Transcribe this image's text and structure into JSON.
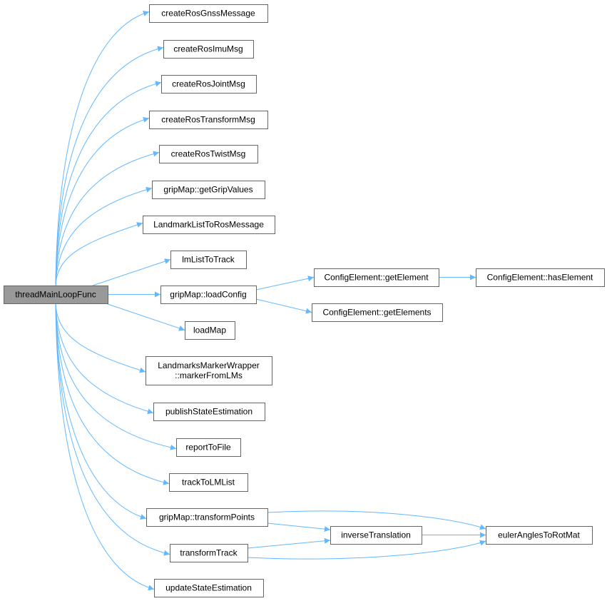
{
  "graph": {
    "title": "threadMainLoopFunc call graph",
    "colors": {
      "edge": "#63b8ff",
      "root_fill": "#999999",
      "node_border": "#666666"
    },
    "nodes": [
      {
        "id": "main",
        "label": [
          "threadMainLoopFunc"
        ],
        "root": true
      },
      {
        "id": "gnss",
        "label": [
          "createRosGnssMessage"
        ]
      },
      {
        "id": "imu",
        "label": [
          "createRosImuMsg"
        ]
      },
      {
        "id": "joint",
        "label": [
          "createRosJointMsg"
        ]
      },
      {
        "id": "transform",
        "label": [
          "createRosTransformMsg"
        ]
      },
      {
        "id": "twist",
        "label": [
          "createRosTwistMsg"
        ]
      },
      {
        "id": "grip",
        "label": [
          "gripMap::getGripValues"
        ]
      },
      {
        "id": "lmros",
        "label": [
          "LandmarkListToRosMessage"
        ]
      },
      {
        "id": "lmtrack",
        "label": [
          "lmListToTrack"
        ]
      },
      {
        "id": "loadcfg",
        "label": [
          "gripMap::loadConfig"
        ]
      },
      {
        "id": "loadmap",
        "label": [
          "loadMap"
        ]
      },
      {
        "id": "marker",
        "label": [
          "LandmarksMarkerWrapper",
          "::markerFromLMs"
        ]
      },
      {
        "id": "publish",
        "label": [
          "publishStateEstimation"
        ]
      },
      {
        "id": "report",
        "label": [
          "reportToFile"
        ]
      },
      {
        "id": "tracklm",
        "label": [
          "trackToLMList"
        ]
      },
      {
        "id": "tpoints",
        "label": [
          "gripMap::transformPoints"
        ]
      },
      {
        "id": "ttrack",
        "label": [
          "transformTrack"
        ]
      },
      {
        "id": "update",
        "label": [
          "updateStateEstimation"
        ]
      },
      {
        "id": "getel",
        "label": [
          "ConfigElement::getElement"
        ]
      },
      {
        "id": "getels",
        "label": [
          "ConfigElement::getElements"
        ]
      },
      {
        "id": "hasel",
        "label": [
          "ConfigElement::hasElement"
        ]
      },
      {
        "id": "invtr",
        "label": [
          "inverseTranslation"
        ]
      },
      {
        "id": "euler",
        "label": [
          "eulerAnglesToRotMat"
        ]
      }
    ],
    "edges": [
      [
        "main",
        "gnss"
      ],
      [
        "main",
        "imu"
      ],
      [
        "main",
        "joint"
      ],
      [
        "main",
        "transform"
      ],
      [
        "main",
        "twist"
      ],
      [
        "main",
        "grip"
      ],
      [
        "main",
        "lmros"
      ],
      [
        "main",
        "lmtrack"
      ],
      [
        "main",
        "loadcfg"
      ],
      [
        "main",
        "loadmap"
      ],
      [
        "main",
        "marker"
      ],
      [
        "main",
        "publish"
      ],
      [
        "main",
        "report"
      ],
      [
        "main",
        "tracklm"
      ],
      [
        "main",
        "tpoints"
      ],
      [
        "main",
        "ttrack"
      ],
      [
        "main",
        "update"
      ],
      [
        "loadcfg",
        "getel"
      ],
      [
        "loadcfg",
        "getels"
      ],
      [
        "getel",
        "hasel"
      ],
      [
        "tpoints",
        "euler"
      ],
      [
        "tpoints",
        "invtr"
      ],
      [
        "invtr",
        "euler"
      ],
      [
        "ttrack",
        "invtr"
      ],
      [
        "ttrack",
        "euler"
      ]
    ]
  }
}
